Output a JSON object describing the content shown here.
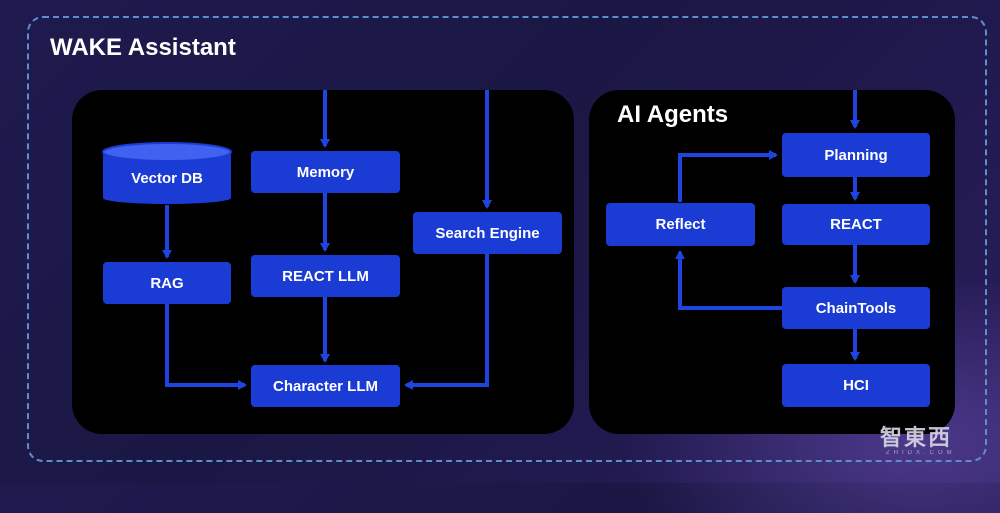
{
  "assistant": {
    "title": "WAKE Assistant"
  },
  "left_panel": {
    "vector_db": "Vector DB",
    "memory": "Memory",
    "search_engine": "Search Engine",
    "rag": "RAG",
    "react_llm": "REACT LLM",
    "character_llm": "Character LLM"
  },
  "agents": {
    "title": "AI Agents",
    "planning": "Planning",
    "react": "REACT",
    "reflect": "Reflect",
    "chaintools": "ChainTools",
    "hci": "HCI"
  },
  "watermark": {
    "text": "智東西",
    "sub": "ZHIDX.COM"
  },
  "colors": {
    "box": "#1a3cd4",
    "arrow": "#1f45e0",
    "dashed_border": "#5d8fd0",
    "panel": "#000000"
  }
}
